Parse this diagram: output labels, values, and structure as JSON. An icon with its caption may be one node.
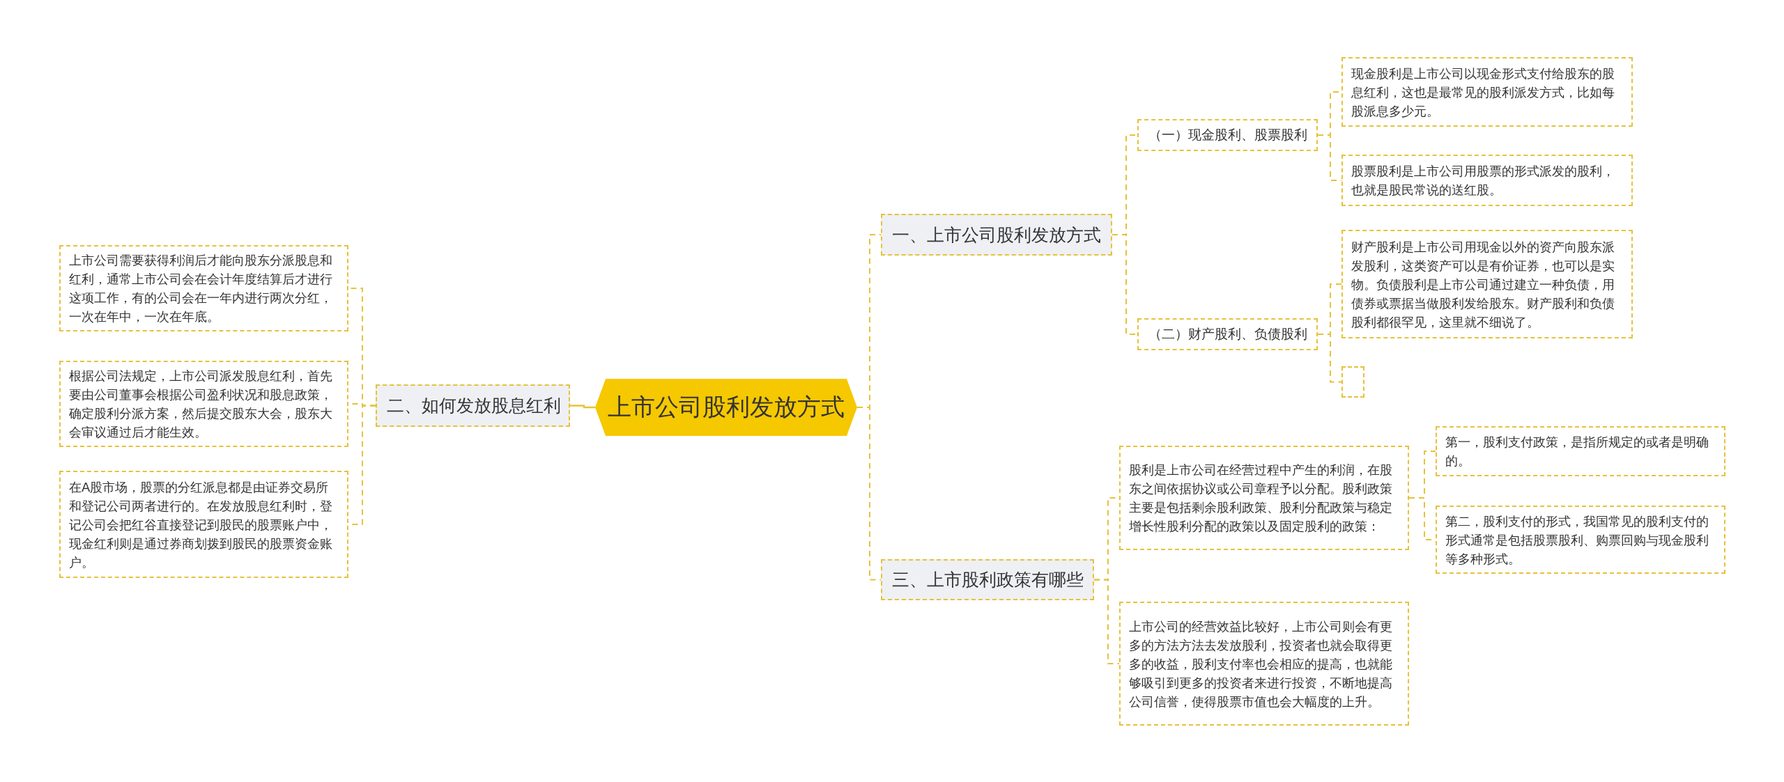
{
  "diagram": {
    "nodes": [
      {
        "text": [
          "上市公司股利发放方式"
        ]
      },
      {
        "text": [
          "一、上市公司股利发放方式"
        ]
      },
      {
        "text": [
          "（一）现金股利、股票股利"
        ]
      },
      {
        "text": [
          "现金股利是上市公司以现金形式支付给股东的股息红利，这也是最常见的股利派发方式，比如每股派息多少元。"
        ]
      },
      {
        "text": [
          "股票股利是上市公司用股票的形式派发的股利，也就是股民常说的送红股。"
        ]
      },
      {
        "text": [
          "（二）财产股利、负债股利"
        ]
      },
      {
        "text": [
          "财产股利是上市公司用现金以外的资产向股东派发股利，这类资产可以是有价证券，也可以是实物。负债股利是上市公司通过建立一种负债，用债券或票据当做股利发给股东。财产股利和负债股利都很罕见，这里就不细说了。"
        ]
      },
      {
        "text": [],
        "shape": "box"
      },
      {
        "text": [
          "三、上市股利政策有哪些"
        ]
      },
      {
        "text": [
          "股利是上市公司在经营过程中产生的利润，在股东之间依据协议或公司章程予以分配。股利政策主要是包括剩余股利政策、股利分配政策与稳定增长性股利分配的政策以及固定股利的政策："
        ]
      },
      {
        "text": [
          "第一，股利支付政策，是指所规定的或者是明确的。"
        ]
      },
      {
        "text": [
          "第二，股利支付的形式，我国常见的股利支付的形式通常是包括股票股利、购票回购与现金股利等多种形式。"
        ]
      },
      {
        "text": [
          "上市公司的经营效益比较好，上市公司则会有更多的方法方法去发放股利，投资者也就会取得更多的收益，股利支付率也会相应的提高，也就能够吸引到更多的投资者来进行投资，不断地提高公司信誉，使得股票市值也会大幅度的上升。"
        ]
      },
      {
        "text": [
          "二、如何发放股息红利"
        ]
      },
      {
        "text": [
          "上市公司需要获得利润后才能向股东分派股息和红利，通常上市公司会在会计年度结算后才进行这项工作，有的公司会在一年内进行两次分红，一次在年中，一次在年底。"
        ]
      },
      {
        "text": [
          "根据公司法规定，上市公司派发股息红利，首先要由公司董事会根据公司盈利状况和股息政策，确定股利分派方案，然后提交股东大会，股东大会审议通过后才能生效。"
        ]
      },
      {
        "text": [
          "在A股市场，股票的分红派息都是由证券交易所和登记公司两者进行的。在发放股息红利时，登记公司会把红谷直接登记到股民的股票账户中，现金红利则是通过券商划拨到股民的股票资金账户。"
        ]
      }
    ],
    "edges": [
      {
        "from": 0,
        "to": 1,
        "arrow": "none",
        "style": "dashed"
      },
      {
        "from": 0,
        "to": 8,
        "arrow": "none",
        "style": "dashed"
      },
      {
        "from": 0,
        "to": 13,
        "arrow": "none"
      },
      {
        "from": 1,
        "to": 2,
        "arrow": "none",
        "style": "dashed"
      },
      {
        "from": 1,
        "to": 5,
        "arrow": "none",
        "style": "dashed"
      },
      {
        "from": 2,
        "to": 3,
        "arrow": "none",
        "style": "dashed"
      },
      {
        "from": 2,
        "to": 4,
        "arrow": "none",
        "style": "dashed"
      },
      {
        "from": 5,
        "to": 6,
        "arrow": "none",
        "style": "dashed"
      },
      {
        "from": 5,
        "to": 7,
        "arrow": "none",
        "style": "dashed"
      },
      {
        "from": 8,
        "to": 9,
        "arrow": "none",
        "style": "dashed"
      },
      {
        "from": 8,
        "to": 12,
        "arrow": "none",
        "style": "dashed"
      },
      {
        "from": 9,
        "to": 10,
        "arrow": "none",
        "style": "dashed"
      },
      {
        "from": 9,
        "to": 11,
        "arrow": "none",
        "style": "dashed"
      },
      {
        "from": 13,
        "to": 14,
        "arrow": "none",
        "style": "dashed"
      },
      {
        "from": 13,
        "to": 15,
        "arrow": "none",
        "style": "dashed"
      },
      {
        "from": 13,
        "to": 16,
        "arrow": "none",
        "style": "dashed"
      }
    ]
  }
}
